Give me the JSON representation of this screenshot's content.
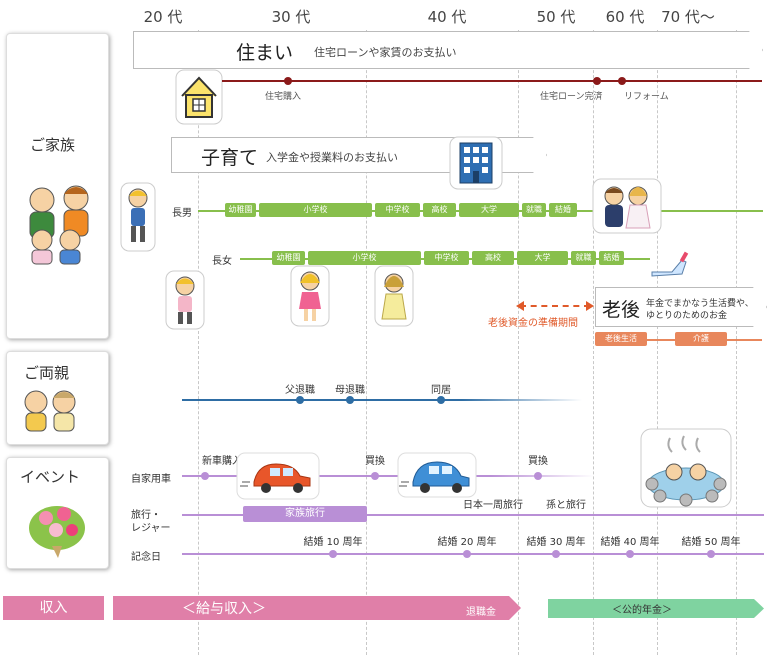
{
  "ages": [
    "20 代",
    "30 代",
    "40 代",
    "50 代",
    "60 代",
    "70 代〜"
  ],
  "sections": {
    "family": "ご家族",
    "parents": "ご両親",
    "events": "イベント"
  },
  "housing": {
    "title": "住まい",
    "subtitle": "住宅ローンや家賃のお支払い",
    "events": [
      "住宅購入",
      "住宅ローン完済",
      "リフォーム"
    ]
  },
  "childcare": {
    "title": "子育て",
    "subtitle": "入学金や授業料のお支払い"
  },
  "son": {
    "label": "長男",
    "stages": [
      "幼稚園",
      "小学校",
      "中学校",
      "高校",
      "大学",
      "就職",
      "結婚"
    ]
  },
  "daughter": {
    "label": "長女",
    "stages": [
      "幼稚園",
      "小学校",
      "中学校",
      "高校",
      "大学",
      "就職",
      "結婚"
    ]
  },
  "retirement": {
    "title": "老後",
    "subtitle_line1": "年金でまかなう生活費や、",
    "subtitle_line2": "ゆとりのためのお金",
    "prep_period": "老後資金の準備期間",
    "life": "老後生活",
    "care": "介護"
  },
  "parents_events": [
    "父退職",
    "母退職",
    "同居"
  ],
  "event_rows": {
    "car": {
      "label": "自家用車",
      "events": [
        "新車購入",
        "買換",
        "買換"
      ]
    },
    "travel": {
      "label_line1": "旅行・",
      "label_line2": "レジャー",
      "bar": "家族旅行",
      "events": [
        "日本一周旅行",
        "孫と旅行"
      ]
    },
    "anniversary": {
      "label": "記念日",
      "events": [
        "結婚 10 周年",
        "結婚 20 周年",
        "結婚 30 周年",
        "結婚 40 周年",
        "結婚 50 周年"
      ]
    }
  },
  "income": {
    "label": "収入",
    "salary": "＜給与収入＞",
    "severance": "退職金",
    "pension": "＜公的年金＞"
  },
  "colors": {
    "housing_line": "#8b1a1a",
    "school_green": "#88bf4c",
    "orange": "#e8875c",
    "parents_blue": "#2e6da4",
    "event_purple": "#b98fd6",
    "income_pink": "#e07fa8",
    "pension_green": "#7fd3a0"
  }
}
